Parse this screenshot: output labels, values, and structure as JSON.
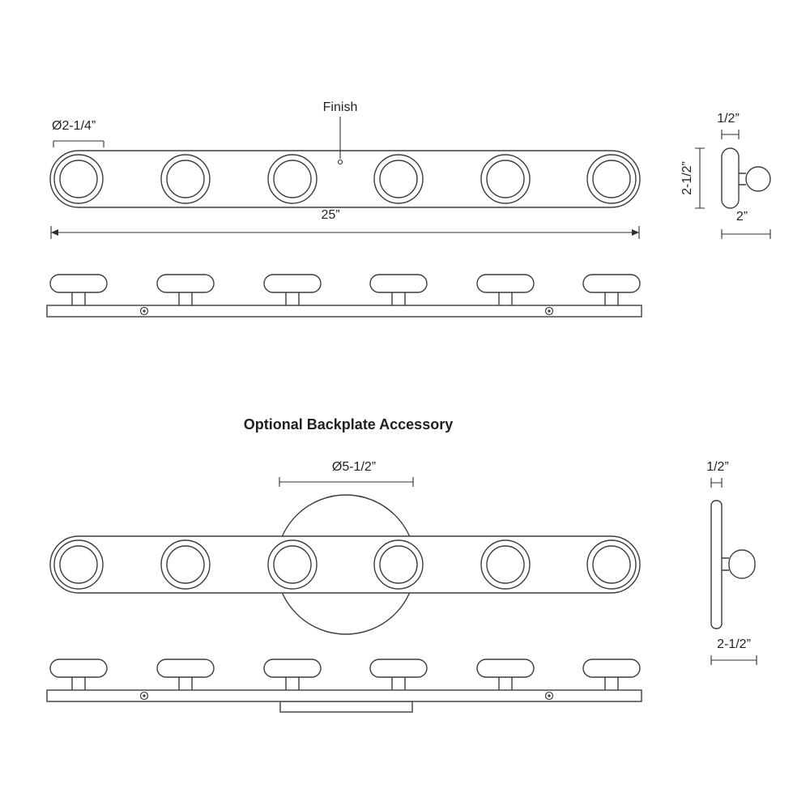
{
  "page": {
    "background_color": "#ffffff",
    "line_color": "#3c3c3c",
    "text_color": "#231f20"
  },
  "top_fixture": {
    "lamp_diameter_label": "Ø2-1/4”",
    "finish_label": "Finish",
    "width_label": "25”",
    "side_view": {
      "bar_depth_label": "1/2”",
      "height_label": "2-1/2”",
      "total_depth_label": "2”"
    }
  },
  "backplate_section": {
    "title": "Optional Backplate Accessory",
    "backplate_diameter_label": "Ø5-1/2”",
    "side_view": {
      "plate_depth_label": "1/2”",
      "total_depth_label": "2-1/2”"
    }
  }
}
